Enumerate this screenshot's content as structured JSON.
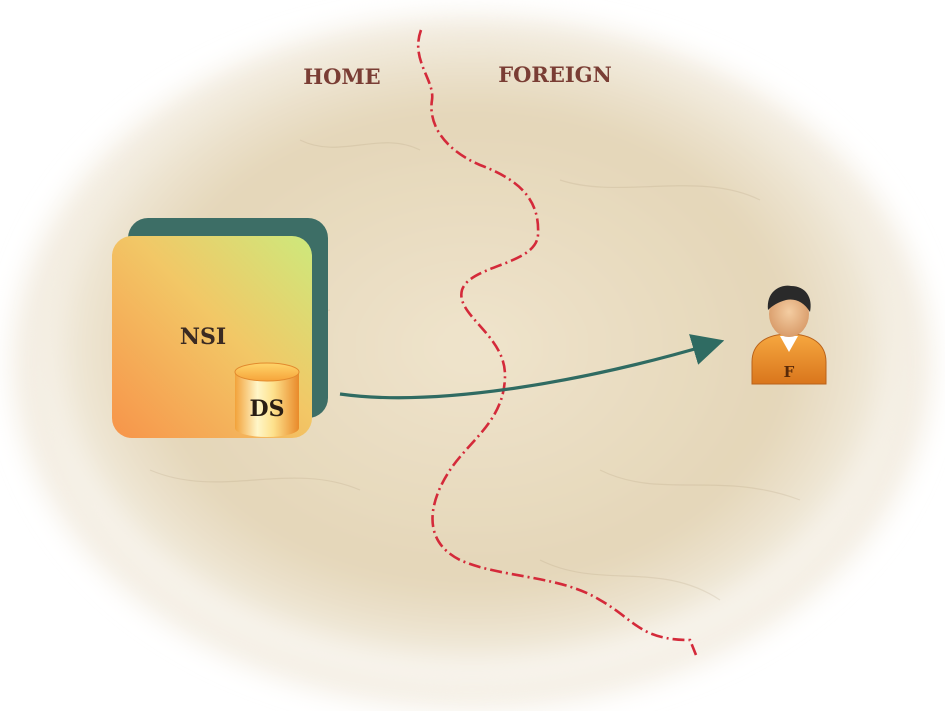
{
  "regions": {
    "home_label": "HOME",
    "foreign_label": "FOREIGN"
  },
  "nsi_box": {
    "label": "NSI",
    "datastore_label": "DS"
  },
  "person": {
    "badge_label": "F"
  },
  "colors": {
    "parchment": "#e8dcc4",
    "border_line": "#d42a3a",
    "arrow": "#2f6b62",
    "box_shadow": "#3d6e66",
    "box_gradient_top": "#cfe87a",
    "box_gradient_bottom": "#f7a04a",
    "region_text": "#7a3d34"
  },
  "icons": {
    "datastore": "cylinder-database-icon",
    "person": "user-icon"
  }
}
